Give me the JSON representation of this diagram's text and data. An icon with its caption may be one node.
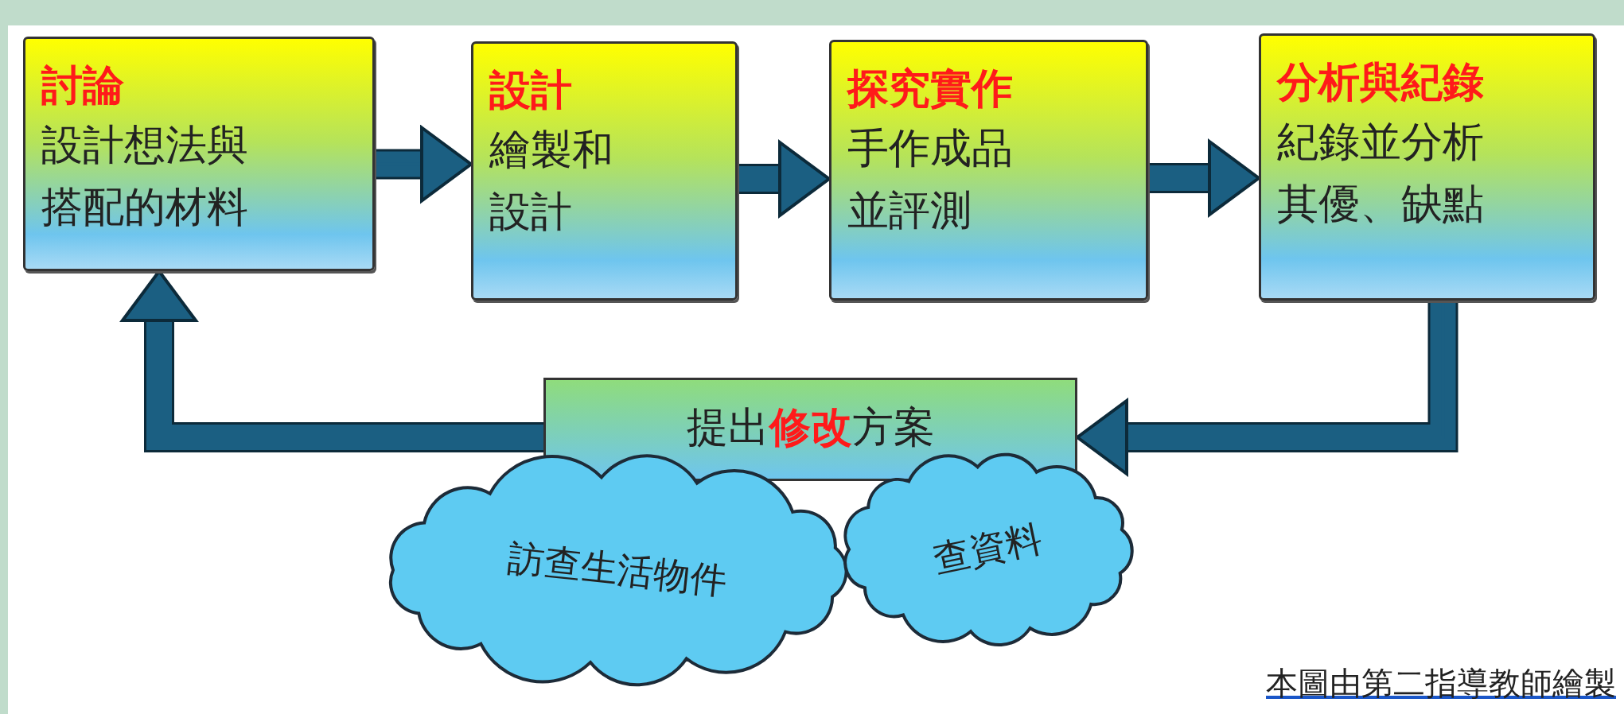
{
  "diagram": {
    "nodes": [
      {
        "text": [
          "討論",
          "設計想法與搭配的材料"
        ]
      },
      {
        "text": [
          "設計",
          "繪製和設計"
        ]
      },
      {
        "text": [
          "探究實作",
          "手作成品並評測"
        ]
      },
      {
        "text": [
          "分析與紀錄",
          "紀錄並分析其優、缺點"
        ]
      },
      {
        "text": [
          "提出**修改**方案"
        ]
      },
      {
        "text": [
          "訪查生活物件"
        ]
      },
      {
        "text": [
          "查資料"
        ]
      }
    ],
    "edges": [
      {
        "from": 0,
        "to": 1,
        "arrow": "to"
      },
      {
        "from": 1,
        "to": 2,
        "arrow": "to"
      },
      {
        "from": 2,
        "to": 3,
        "arrow": "to"
      },
      {
        "from": 3,
        "to": 4,
        "arrow": "to"
      },
      {
        "from": 4,
        "to": 0,
        "arrow": "to"
      }
    ],
    "labels": [
      "本圖由第二指導教師繪製"
    ]
  }
}
